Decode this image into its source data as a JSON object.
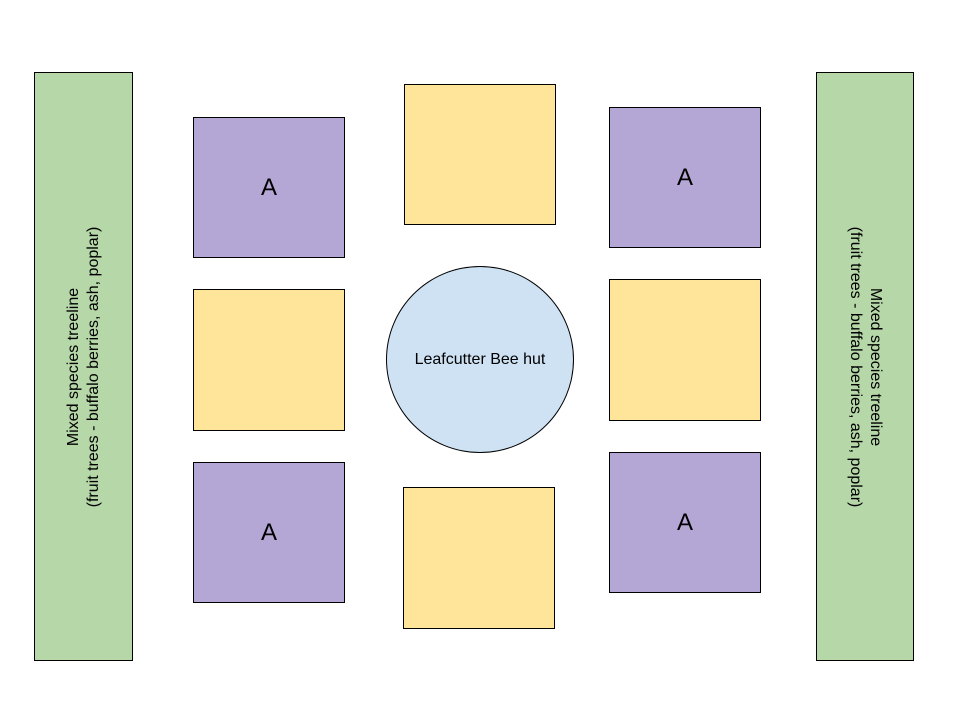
{
  "diagram": {
    "colors": {
      "treeline": "#b6d7a8",
      "plot_a": "#b4a7d6",
      "plot_empty": "#ffe599",
      "hut": "#cfe2f3",
      "outline": "#000000"
    },
    "treelines": {
      "left": {
        "line1": "Mixed species treeline",
        "line2": "(fruit trees - buffalo berries, ash, poplar)"
      },
      "right": {
        "line1": "Mixed species treeline",
        "line2": "(fruit trees - buffalo berries, ash, poplar)"
      }
    },
    "plots": {
      "top_left": "A",
      "middle_left": "",
      "bottom_left": "A",
      "top_center": "",
      "bottom_center": "",
      "top_right": "A",
      "middle_right": "",
      "bottom_right": "A"
    },
    "hut": {
      "label": "Leafcutter Bee hut"
    }
  }
}
